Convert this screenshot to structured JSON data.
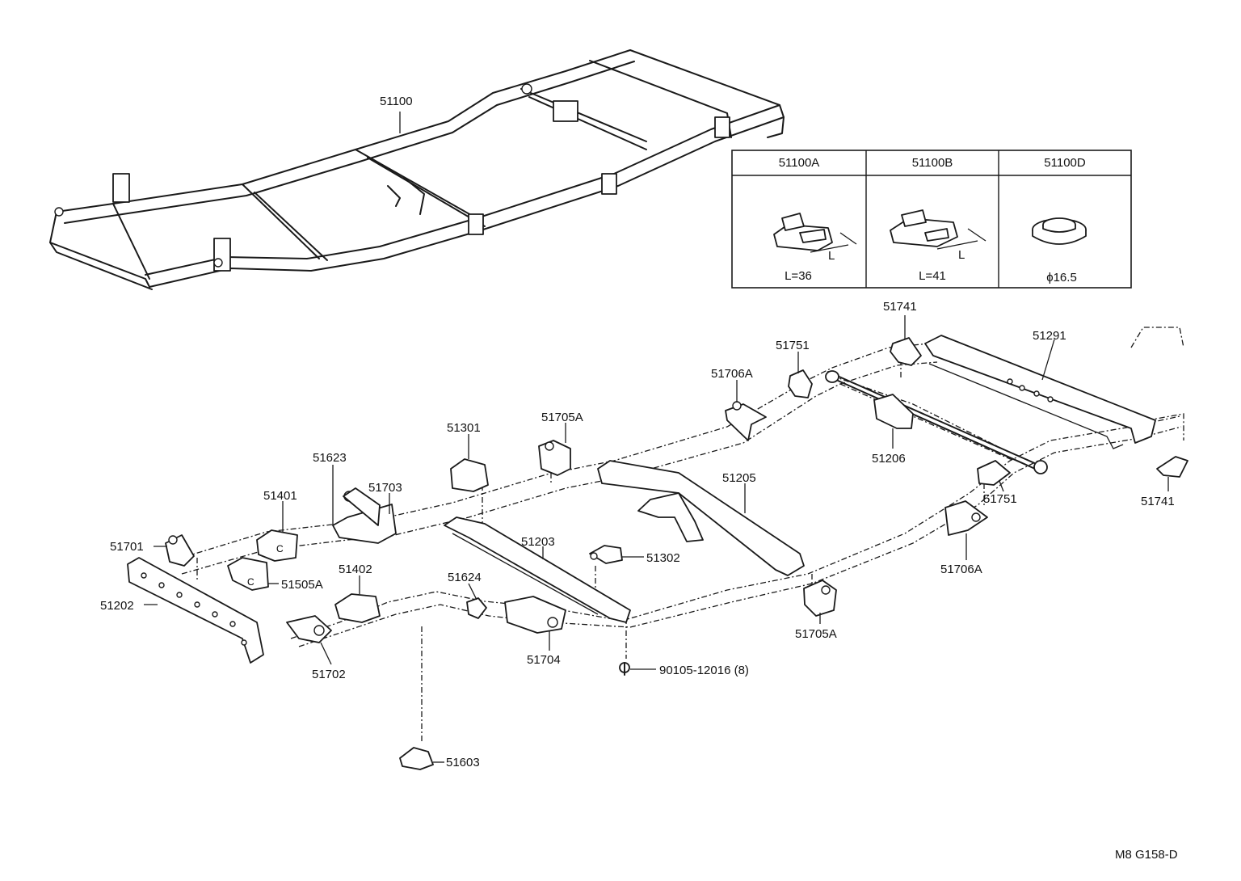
{
  "labels": {
    "p51100": "51100",
    "p51291": "51291",
    "p51741a": "51741",
    "p51741b": "51741",
    "p51751a": "51751",
    "p51751b": "51751",
    "p51706Aa": "51706A",
    "p51706Ab": "51706A",
    "p51206": "51206",
    "p51705Aa": "51705A",
    "p51705Ab": "51705A",
    "p51301": "51301",
    "p51205": "51205",
    "p51623": "51623",
    "p51703": "51703",
    "p51401": "51401",
    "p51701": "51701",
    "p51505A": "51505A",
    "p51202": "51202",
    "p51402": "51402",
    "p51624": "51624",
    "p51203": "51203",
    "p51302": "51302",
    "p51704": "51704",
    "p51702": "51702",
    "p90105": "90105-12016 (8)",
    "p51603": "51603"
  },
  "inset_table": {
    "headers": [
      "51100A",
      "51100B",
      "51100D"
    ],
    "dimension_letter": "L",
    "values": [
      "L=36",
      "L=41",
      "ϕ16.5"
    ]
  },
  "figure_code": "M8 G158-D"
}
